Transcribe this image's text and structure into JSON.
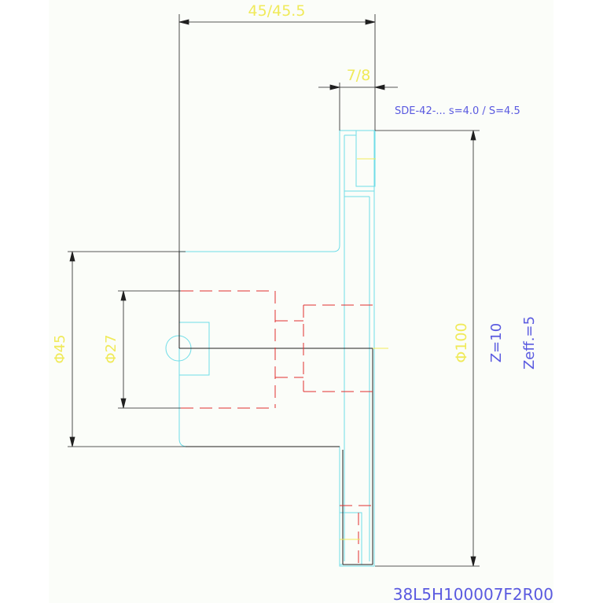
{
  "drawing": {
    "background": "#fbfdf9",
    "colors": {
      "outline": "#202020",
      "cyan": "#6fdde8",
      "red": "#e03030",
      "dim_text": "#f0ea5a",
      "blue_text": "#5a5ae0"
    },
    "dimensions": {
      "width_total": "45/45.5",
      "thickness": "7/8",
      "dia_outer": "Φ100",
      "dia_hub": "Φ45",
      "dia_bore": "Φ27"
    },
    "annotations": {
      "sde": "SDE-42-... s=4.0 / S=4.5",
      "teeth": "Z=10",
      "zeff": "Zeff.=5"
    },
    "part_number": "38L5H100007F2R00"
  }
}
